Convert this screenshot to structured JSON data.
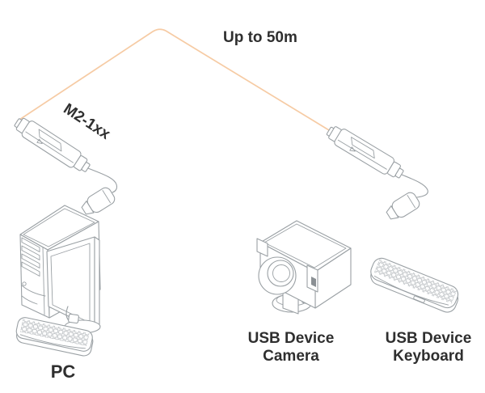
{
  "diagram": {
    "connection_label": "Up to 50m",
    "extender_model_label": "M2-1xx",
    "pc_label": "PC",
    "camera_label_line1": "USB Device",
    "camera_label_line2": "Camera",
    "keyboard_label_line1": "USB Device",
    "keyboard_label_line2": "Keyboard"
  },
  "colors": {
    "cable": "#f6cba4",
    "line": "#9aa0a4",
    "text": "#2f2f2f",
    "background": "#ffffff"
  }
}
